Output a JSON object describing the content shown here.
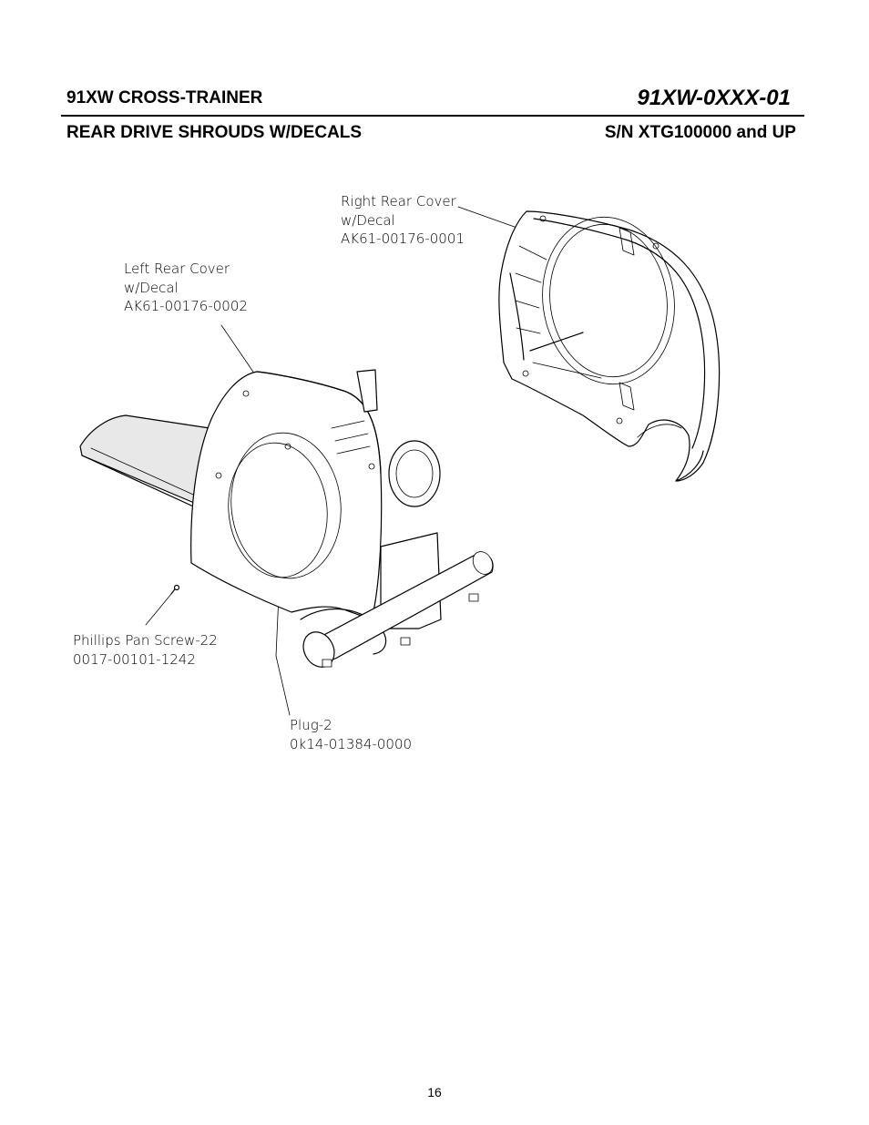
{
  "header": {
    "product_name": "91XW CROSS-TRAINER",
    "model_number": "91XW-0XXX-01",
    "section_title": "REAR DRIVE SHROUDS W/DECALS",
    "serial_range": "S/N XTG100000 and UP"
  },
  "callouts": {
    "right_cover": [
      "Right Rear Cover",
      "w/Decal",
      "AK61-00176-0001"
    ],
    "left_cover": [
      "Left Rear Cover",
      "w/Decal",
      "AK61-00176-0002"
    ],
    "screw": [
      "Phillips Pan Screw-22",
      "0017-00101-1242"
    ],
    "plug": [
      "Plug-2",
      "0k14-01384-0000"
    ]
  },
  "footer": {
    "page_number": "16"
  }
}
